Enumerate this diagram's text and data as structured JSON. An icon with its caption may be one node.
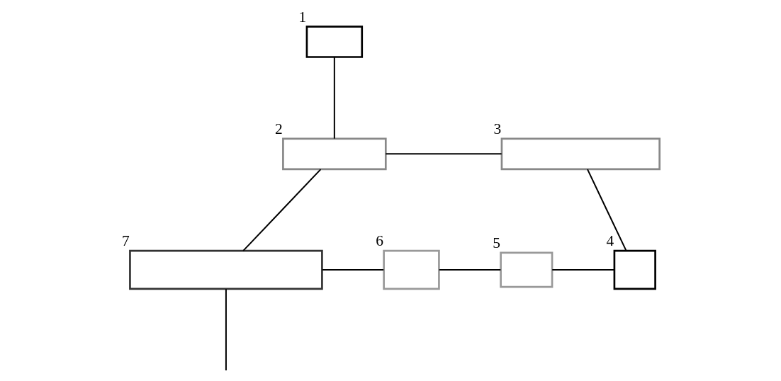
{
  "diagram": {
    "nodes": [
      {
        "text": [],
        "shape": "box",
        "beside": [
          "1"
        ]
      },
      {
        "text": [],
        "shape": "box",
        "beside": [
          "2"
        ]
      },
      {
        "text": [],
        "shape": "box",
        "beside": [
          "3"
        ]
      },
      {
        "text": [],
        "shape": "box",
        "beside": [
          "7"
        ]
      },
      {
        "text": [],
        "shape": "box",
        "beside": [
          "6"
        ]
      },
      {
        "text": [],
        "shape": "box",
        "beside": [
          "5"
        ]
      },
      {
        "text": [],
        "shape": "box",
        "beside": [
          "4"
        ]
      }
    ],
    "edges": [
      {
        "from": 0,
        "to": 1,
        "arrow": "none"
      },
      {
        "from": 1,
        "to": 2,
        "arrow": "none"
      },
      {
        "from": 2,
        "to": 6,
        "arrow": "none"
      },
      {
        "from": 6,
        "to": 5,
        "arrow": "none"
      },
      {
        "from": 5,
        "to": 4,
        "arrow": "none"
      },
      {
        "from": 4,
        "to": 3,
        "arrow": "none"
      },
      {
        "from": 3,
        "to": 1,
        "arrow": "none"
      },
      {
        "from": 3,
        "to": null,
        "arrow": "none"
      }
    ]
  }
}
